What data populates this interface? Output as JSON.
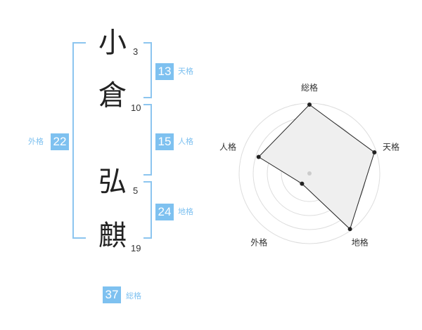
{
  "name": {
    "characters": [
      {
        "char": "小",
        "strokes": "3"
      },
      {
        "char": "倉",
        "strokes": "10"
      },
      {
        "char": "弘",
        "strokes": "5"
      },
      {
        "char": "麒",
        "strokes": "19"
      }
    ]
  },
  "fortunes": {
    "tenkaku": {
      "value": "13",
      "label": "天格"
    },
    "jinkaku": {
      "value": "15",
      "label": "人格"
    },
    "chikaku": {
      "value": "24",
      "label": "地格"
    },
    "gaikaku": {
      "value": "22",
      "label": "外格"
    },
    "soukaku": {
      "value": "37",
      "label": "総格"
    }
  },
  "colors": {
    "accent": "#7ec1f0",
    "bracket": "#8cc5ef",
    "ink": "#222222"
  },
  "chart_data": {
    "type": "radar",
    "axes": [
      "総格",
      "天格",
      "地格",
      "外格",
      "人格"
    ],
    "values": [
      0.98,
      0.97,
      0.98,
      0.18,
      0.76
    ],
    "max": 1,
    "rings": 5
  }
}
